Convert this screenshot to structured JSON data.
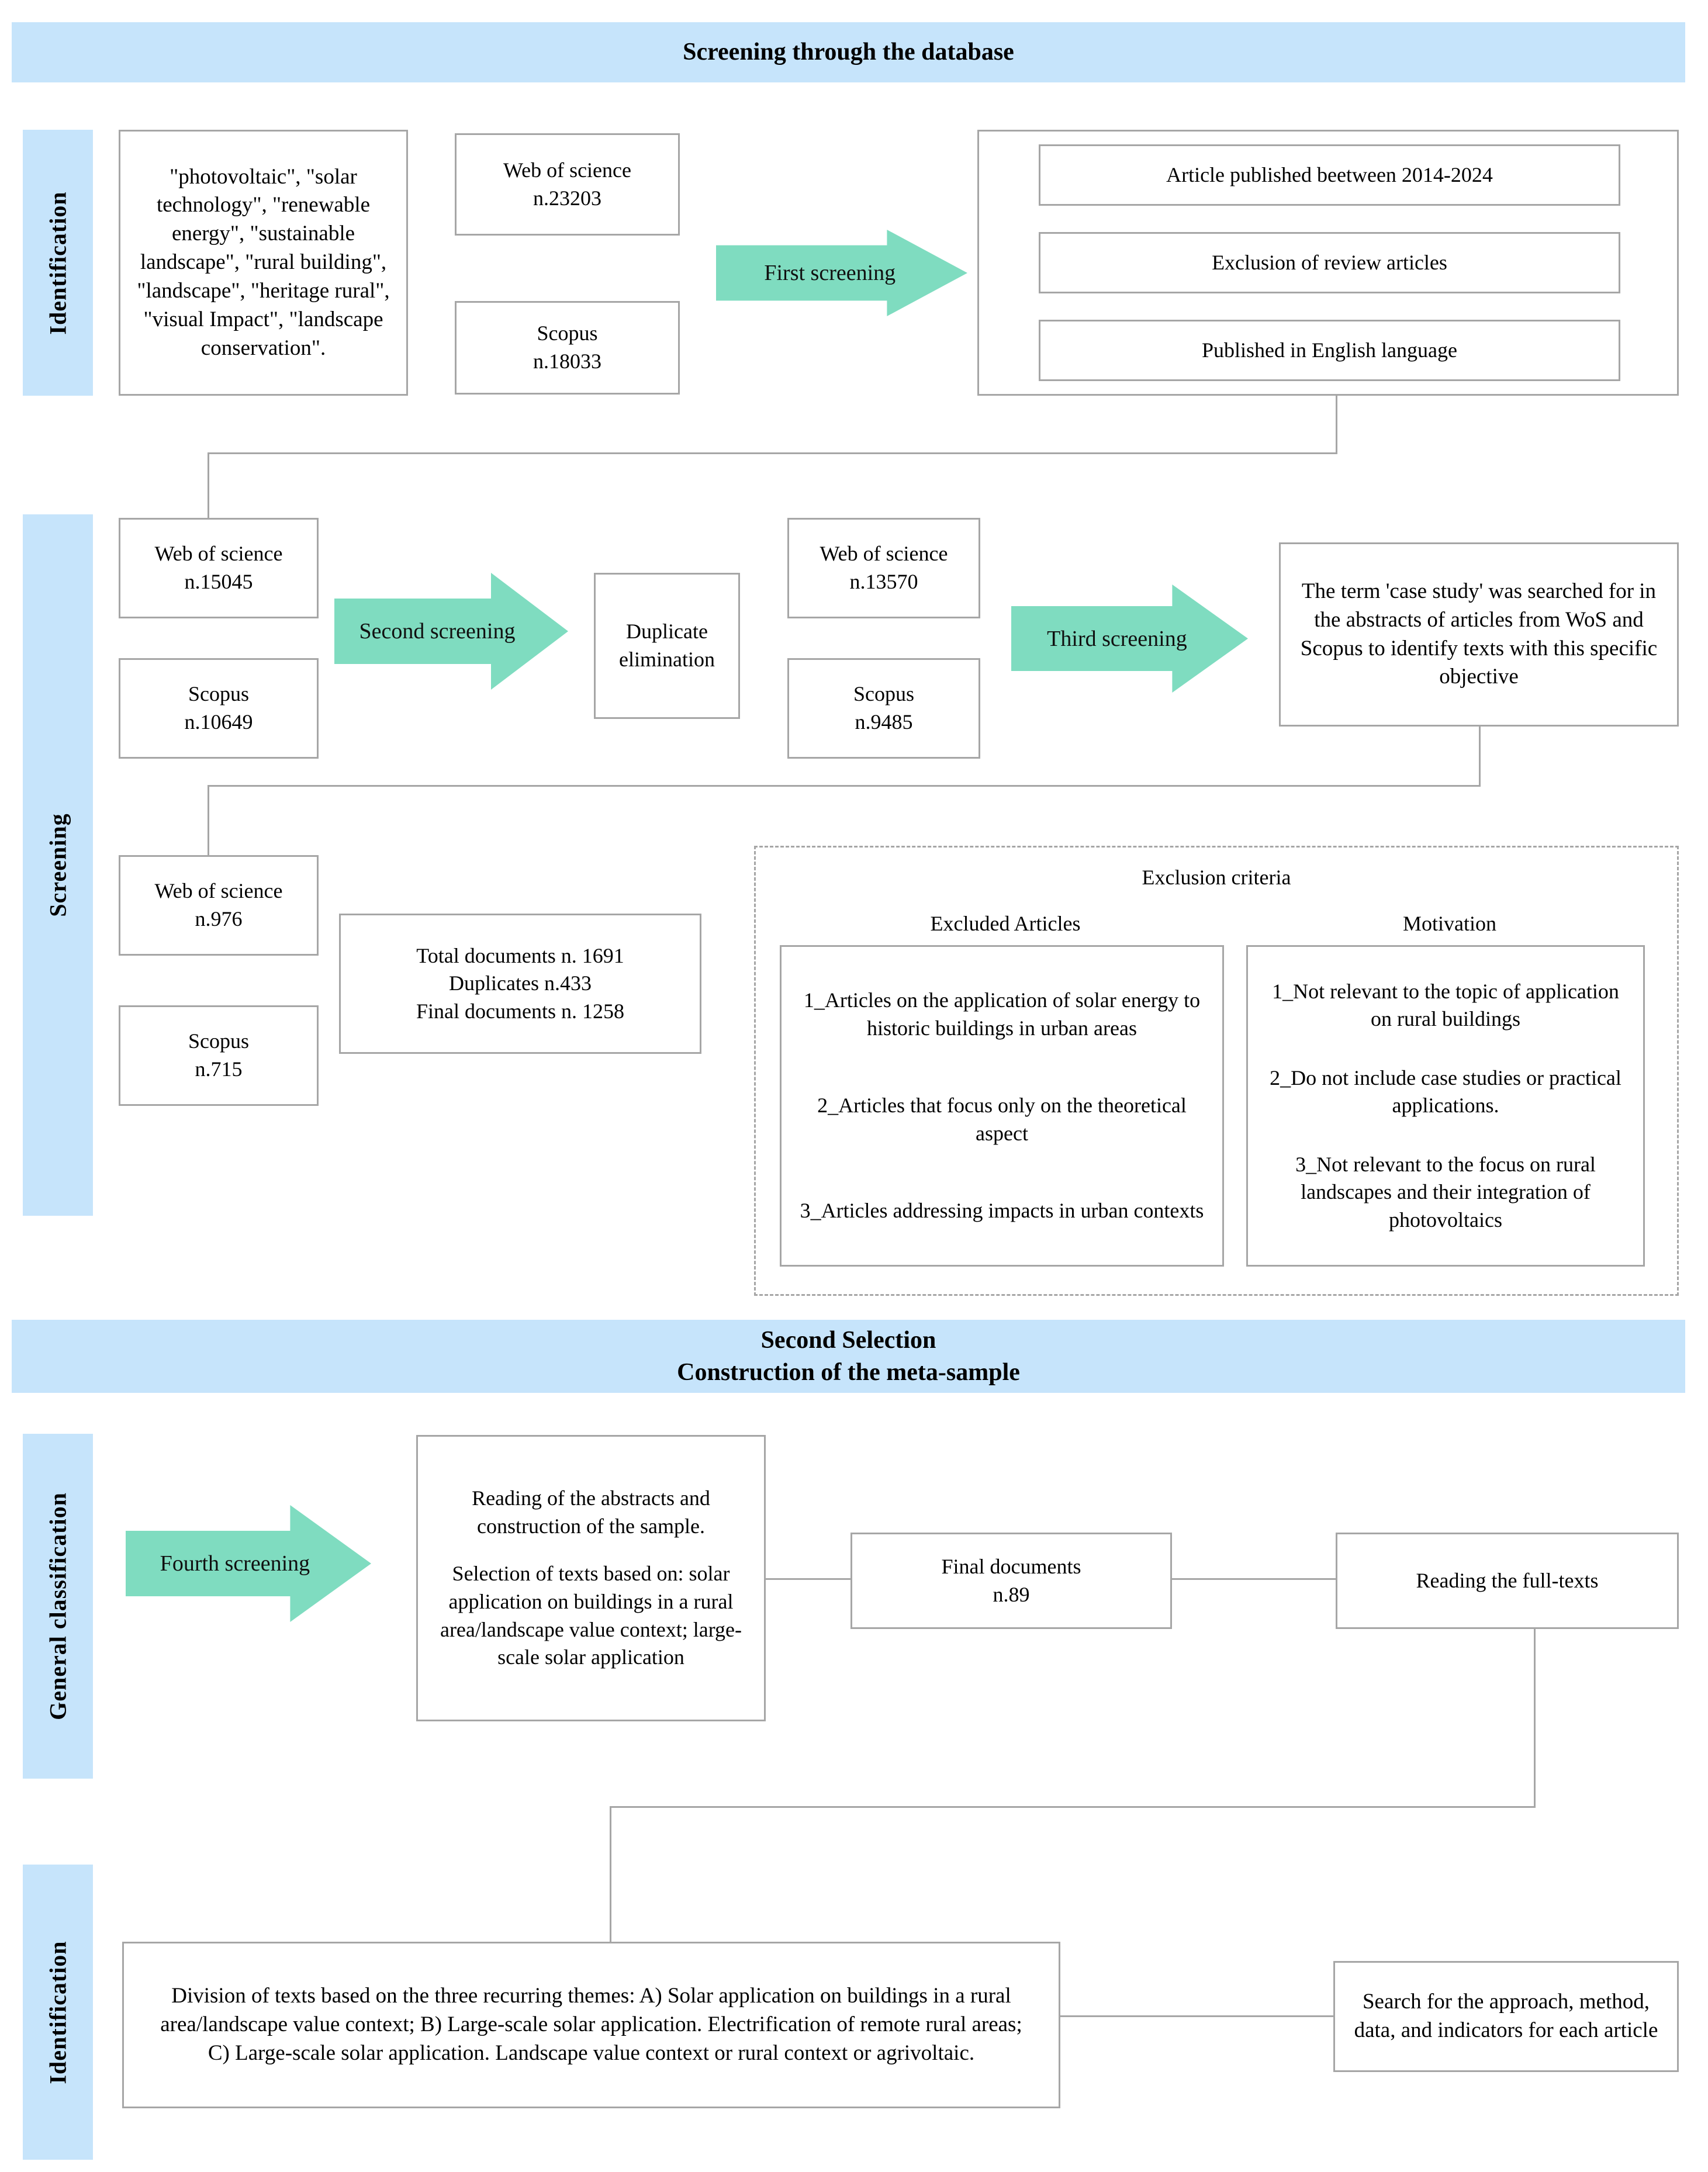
{
  "colors": {
    "band_blue": "#C6E4FB",
    "arrow_green": "#7FDCC0",
    "box_border": "#A6A6A6"
  },
  "headers": {
    "top_band": "Screening through the database",
    "mid_band_line1": "Second  Selection",
    "mid_band_line2": "Construction of the meta-sample"
  },
  "stage_labels": {
    "identification_top": "Identification",
    "screening": "Screening",
    "general_classification": "General classification",
    "identification_bottom": "Identification"
  },
  "identification": {
    "keywords_box": "\"photovoltaic\", \"solar technology\", \"renewable energy\", \"sustainable landscape\", \"rural building\", \"landscape\", \"heritage rural\", \"visual Impact\", \"landscape conservation\".",
    "wos": {
      "source": "Web of science",
      "count": "n.23203"
    },
    "scopus": {
      "source": "Scopus",
      "count": "n.18033"
    },
    "arrow_first": "First screening",
    "criteria": [
      "Article published beetween 2014-2024",
      "Exclusion of review articles",
      "Published in English language"
    ]
  },
  "screening": {
    "row1": {
      "wos": {
        "source": "Web of science",
        "count": "n.15045"
      },
      "scopus": {
        "source": "Scopus",
        "count": "n.10649"
      },
      "arrow_second": "Second screening",
      "duplicate_box": "Duplicate elimination",
      "wos_after": {
        "source": "Web of science",
        "count": "n.13570"
      },
      "scopus_after": {
        "source": "Scopus",
        "count": "n.9485"
      },
      "arrow_third": "Third screening",
      "case_study_box": "The term 'case study' was searched for in the abstracts of articles from WoS and Scopus to identify texts with this specific objective"
    },
    "row2": {
      "wos": {
        "source": "Web of science",
        "count": "n.976"
      },
      "scopus": {
        "source": "Scopus",
        "count": "n.715"
      },
      "totals": {
        "line1": "Total documents n. 1691",
        "line2": "Duplicates n.433",
        "line3": "Final documents n. 1258"
      }
    },
    "exclusion": {
      "title": "Exclusion criteria",
      "col1_title": "Excluded Articles",
      "col2_title": "Motivation",
      "excluded_articles": [
        "1_Articles on the application of solar energy to historic buildings in urban areas",
        "2_Articles that focus only on the theoretical aspect",
        "3_Articles addressing impacts in urban contexts"
      ],
      "motivations": [
        "1_Not relevant to the topic of application on rural buildings",
        "2_Do not include case studies or practical applications.",
        "3_Not relevant to the focus on rural landscapes and their integration of photovoltaics"
      ]
    }
  },
  "general_classification": {
    "arrow_fourth": "Fourth screening",
    "reading_box_p1": "Reading of the abstracts and construction of the sample.",
    "reading_box_p2": "Selection of texts based on: solar application on buildings in a rural area/landscape value context; large-scale solar application",
    "final_documents": {
      "label": "Final documents",
      "count": "n.89"
    },
    "reading_full_texts": "Reading the full-texts"
  },
  "identification_bottom": {
    "division_box": "Division of texts based on the three recurring themes: A) Solar application on buildings in a rural area/landscape value context; B) Large-scale solar application. Electrification of remote rural areas; C) Large-scale solar application. Landscape value context or rural context or agrivoltaic.",
    "search_box": "Search for the approach, method, data, and indicators for each article"
  }
}
